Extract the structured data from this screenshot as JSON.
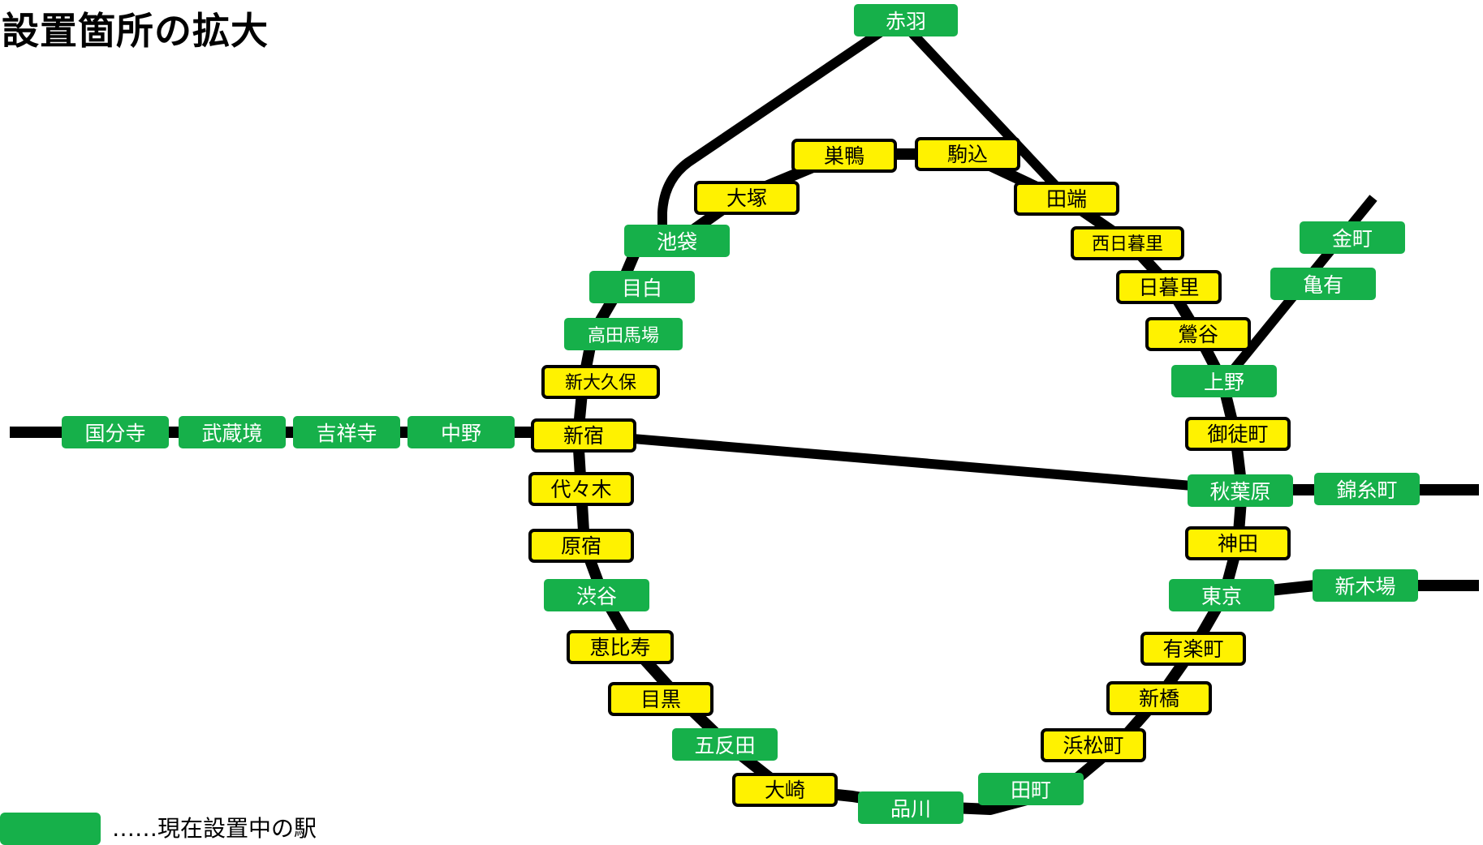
{
  "title": "設置箇所の拡大",
  "legend": {
    "dots": "……",
    "label": "現在設置中の駅"
  },
  "colors": {
    "line": "#000000",
    "installed_fill": "#16b04a",
    "installed_text": "#ffffff",
    "planned_fill": "#fff200",
    "planned_border": "#000000",
    "planned_text": "#000000"
  },
  "stations": {
    "akabane": "赤羽",
    "sugamo": "巣鴨",
    "komagome": "駒込",
    "otsuka": "大塚",
    "tabata": "田端",
    "ikebukuro": "池袋",
    "nishinippori": "西日暮里",
    "kanamachi": "金町",
    "mejiro": "目白",
    "nippori": "日暮里",
    "kameari": "亀有",
    "takadanobaba": "高田馬場",
    "uguisudani": "鶯谷",
    "shinokubo": "新大久保",
    "ueno": "上野",
    "kokubunji": "国分寺",
    "musashisakai": "武蔵境",
    "kichijoji": "吉祥寺",
    "nakano": "中野",
    "shinjuku": "新宿",
    "okachimachi": "御徒町",
    "yoyogi": "代々木",
    "akihabara": "秋葉原",
    "kinshicho": "錦糸町",
    "harajuku": "原宿",
    "kanda": "神田",
    "shibuya": "渋谷",
    "tokyo": "東京",
    "shinkiba": "新木場",
    "ebisu": "恵比寿",
    "yurakucho": "有楽町",
    "meguro": "目黒",
    "shimbashi": "新橋",
    "gotanda": "五反田",
    "hamamatsucho": "浜松町",
    "osaki": "大崎",
    "tamachi": "田町",
    "shinagawa": "品川"
  }
}
